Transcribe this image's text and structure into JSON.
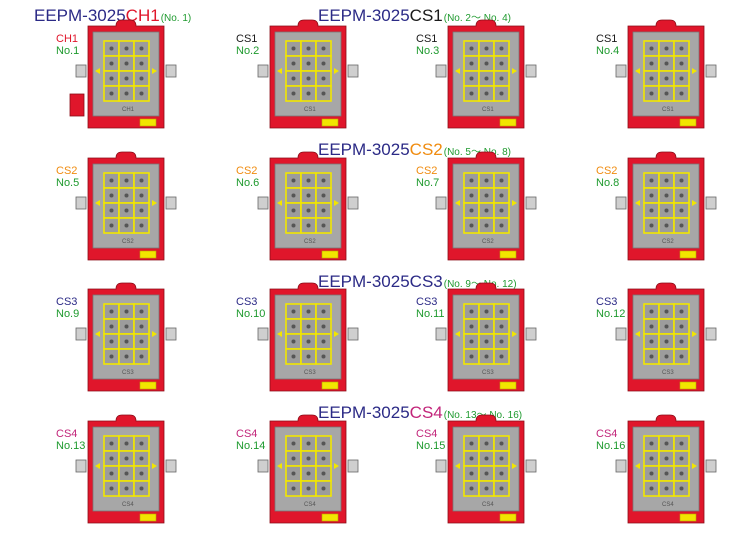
{
  "colors": {
    "title": "#2b2a86",
    "number": "#1e9a2e",
    "ch1": "#e0162b",
    "cs1": "#1a1a1a",
    "cs2": "#f08c10",
    "cs3": "#2b2a86",
    "cs4": "#c2257a",
    "frame_red": "#e0162b",
    "plate_gray": "#a7a7a7",
    "grid_yellow": "#f2e600"
  },
  "rows": [
    {
      "heading": {
        "base": "EEPM-3025",
        "suffix": "CH1",
        "range": "(No. 1)"
      },
      "heading2": {
        "base": "EEPM-3025",
        "suffix": "CS1",
        "range": "(No. 2～ No. 4)"
      },
      "suffix_color": "#e0162b",
      "items": [
        {
          "name": "CH1",
          "number": "No.1",
          "name_color": "#e0162b",
          "tag": "CH1"
        },
        {
          "name": "CS1",
          "number": "No.2",
          "name_color": "#1a1a1a",
          "tag": "CS1"
        },
        {
          "name": "CS1",
          "number": "No.3",
          "name_color": "#1a1a1a",
          "tag": "CS1"
        },
        {
          "name": "CS1",
          "number": "No.4",
          "name_color": "#1a1a1a",
          "tag": "CS1"
        }
      ]
    },
    {
      "heading": {
        "base": "EEPM-3025",
        "suffix": "CS2",
        "range": "(No. 5～ No. 8)"
      },
      "suffix_color": "#f08c10",
      "items": [
        {
          "name": "CS2",
          "number": "No.5",
          "name_color": "#f08c10",
          "tag": "CS2"
        },
        {
          "name": "CS2",
          "number": "No.6",
          "name_color": "#f08c10",
          "tag": "CS2"
        },
        {
          "name": "CS2",
          "number": "No.7",
          "name_color": "#f08c10",
          "tag": "CS2"
        },
        {
          "name": "CS2",
          "number": "No.8",
          "name_color": "#f08c10",
          "tag": "CS2"
        }
      ]
    },
    {
      "heading": {
        "base": "EEPM-3025",
        "suffix": "CS3",
        "range": "(No. 9～ No. 12)"
      },
      "suffix_color": "#2b2a86",
      "items": [
        {
          "name": "CS3",
          "number": "No.9",
          "name_color": "#2b2a86",
          "tag": "CS3"
        },
        {
          "name": "CS3",
          "number": "No.10",
          "name_color": "#2b2a86",
          "tag": "CS3"
        },
        {
          "name": "CS3",
          "number": "No.11",
          "name_color": "#2b2a86",
          "tag": "CS3"
        },
        {
          "name": "CS3",
          "number": "No.12",
          "name_color": "#2b2a86",
          "tag": "CS3"
        }
      ]
    },
    {
      "heading": {
        "base": "EEPM-3025",
        "suffix": "CS4",
        "range": "(No. 13～ No. 16)"
      },
      "suffix_color": "#c2257a",
      "items": [
        {
          "name": "CS4",
          "number": "No.13",
          "name_color": "#c2257a",
          "tag": "CS4"
        },
        {
          "name": "CS4",
          "number": "No.14",
          "name_color": "#c2257a",
          "tag": "CS4"
        },
        {
          "name": "CS4",
          "number": "No.15",
          "name_color": "#c2257a",
          "tag": "CS4"
        },
        {
          "name": "CS4",
          "number": "No.16",
          "name_color": "#c2257a",
          "tag": "CS4"
        }
      ]
    }
  ]
}
